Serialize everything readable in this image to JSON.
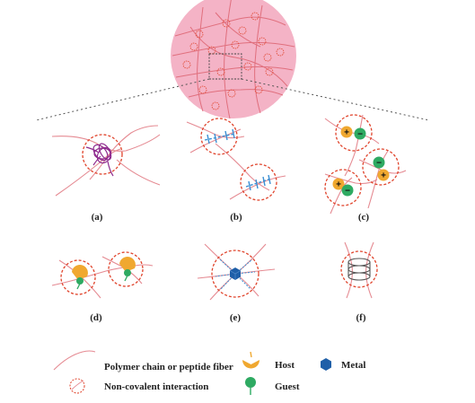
{
  "panels": {
    "a": "(a)",
    "b": "(b)",
    "c": "(c)",
    "d": "(d)",
    "e": "(e)",
    "f": "(f)"
  },
  "charges": {
    "plus": "+",
    "minus": "−"
  },
  "legend": {
    "chain_label": "Polymer chain or peptide fiber",
    "interaction_label": "Non-covalent interaction",
    "host_label": "Host",
    "metal_label": "Metal",
    "guest_label": "Guest"
  },
  "colors": {
    "network_fill": "#f4b3c6",
    "chain": "#e58a92",
    "interaction_ring": "#e0442c",
    "entanglement": "#8e2a8e",
    "hbond": "#3a8fd4",
    "cation": "#f0a830",
    "anion": "#2eaa62",
    "host": "#f0a830",
    "guest": "#2eaa62",
    "metal": "#1f5fa8"
  }
}
